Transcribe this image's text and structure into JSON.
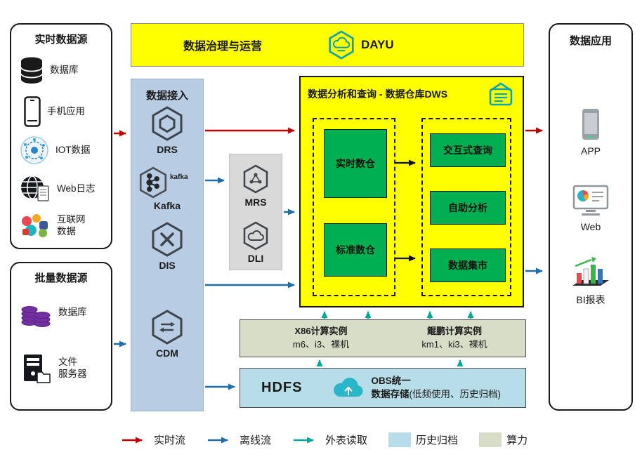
{
  "colors": {
    "realtime_flow": "#c00000",
    "offline_flow": "#1e6ca8",
    "external_read": "#00a79b",
    "archive_bg": "#b7dee8",
    "compute_bg": "#d8ddc8",
    "module_green": "#00b050",
    "panel_yellow": "#ffff00",
    "ingestion_bg": "#b8cce4"
  },
  "realtime_sources": {
    "title": "实时数据源",
    "items": [
      {
        "label": "数据库",
        "icon": "database-icon"
      },
      {
        "label": "手机应用",
        "icon": "mobile-phone-icon"
      },
      {
        "label": "IOT数据",
        "icon": "iot-icon"
      },
      {
        "label": "Web日志",
        "icon": "web-log-icon"
      },
      {
        "label": "互联网\n数据",
        "icon": "internet-data-icon"
      }
    ]
  },
  "batch_sources": {
    "title": "批量数据源",
    "items": [
      {
        "label": "数据库",
        "icon": "purple-database-icon"
      },
      {
        "label": "文件\n服务器",
        "icon": "file-server-icon"
      }
    ]
  },
  "governance": {
    "title": "数据治理与运营",
    "product": "DAYU"
  },
  "ingestion": {
    "title": "数据接入",
    "items": [
      {
        "label": "DRS",
        "icon": "drs-hexagon-icon"
      },
      {
        "label": "Kafka",
        "icon": "kafka-hexagon-icon",
        "logo_text": "kafka"
      },
      {
        "label": "DIS",
        "icon": "dis-hexagon-icon"
      },
      {
        "label": "CDM",
        "icon": "cdm-hexagon-icon"
      }
    ]
  },
  "processing": {
    "items": [
      {
        "label": "MRS",
        "icon": "mrs-hexagon-icon"
      },
      {
        "label": "DLI",
        "icon": "dli-hexagon-icon"
      }
    ]
  },
  "dws": {
    "title": "数据分析和查询 - 数据仓库DWS",
    "left_modules": [
      "实时数仓",
      "标准数仓"
    ],
    "right_modules": [
      "交互式查询",
      "自助分析",
      "数据集市"
    ]
  },
  "compute": {
    "x86_title": "X86计算实例",
    "x86_spec": "m6、i3、裸机",
    "kunpeng_title": "鲲鹏计算实例",
    "kunpeng_spec": "km1、ki3、裸机"
  },
  "storage": {
    "hdfs": "HDFS",
    "obs_line1": "OBS统一",
    "obs_line2_bold": "数据存储",
    "obs_note": "(低频使用、历史归档)"
  },
  "applications": {
    "title": "数据应用",
    "items": [
      {
        "label": "APP",
        "icon": "app-phone-icon"
      },
      {
        "label": "Web",
        "icon": "web-browser-icon"
      },
      {
        "label": "BI报表",
        "icon": "bi-chart-icon"
      }
    ]
  },
  "legend": {
    "items": [
      {
        "label": "实时流",
        "type": "arrow",
        "color": "#c00000"
      },
      {
        "label": "离线流",
        "type": "arrow",
        "color": "#1e6ca8"
      },
      {
        "label": "外表读取",
        "type": "arrow",
        "color": "#00a79b"
      },
      {
        "label": "历史归档",
        "type": "swatch",
        "color": "#b7dee8"
      },
      {
        "label": "算力",
        "type": "swatch",
        "color": "#d8ddc8"
      }
    ]
  }
}
